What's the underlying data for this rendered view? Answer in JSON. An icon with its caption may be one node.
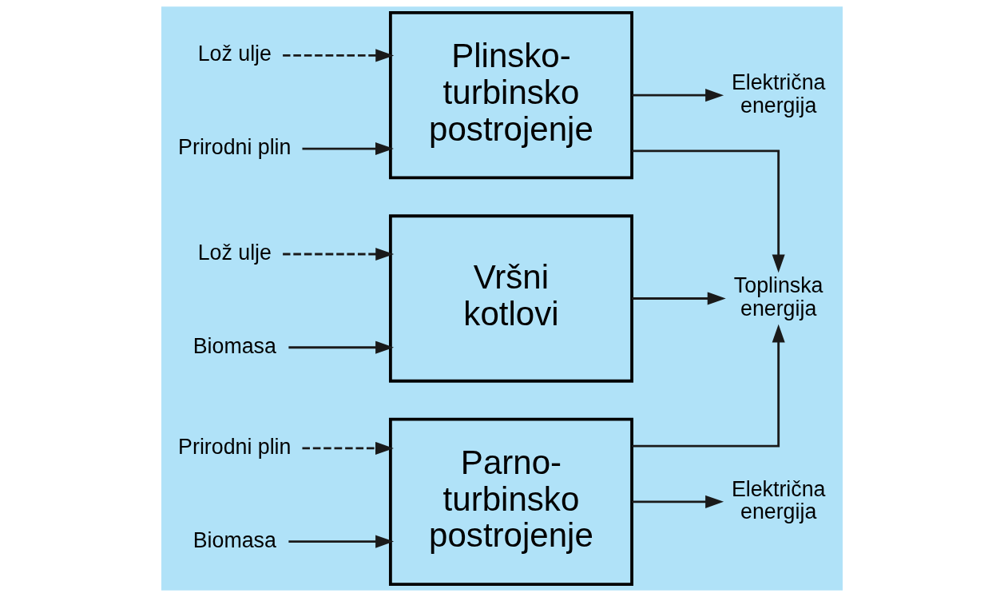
{
  "diagram": {
    "nodes": [
      {
        "text": [
          "Parno- turbinsko postrojenje"
        ]
      },
      {
        "text": [
          "Plinsko- turbinsko postrojenje"
        ]
      },
      {
        "text": [
          "Vršni kotlovi"
        ]
      },
      {
        "text": [
          "Prirodni plin"
        ]
      },
      {
        "text": [
          "Biomasa"
        ]
      },
      {
        "text": [
          "Lož ulje"
        ]
      },
      {
        "text": [
          "Prirodni plin"
        ]
      },
      {
        "text": [
          "Lož ulje"
        ]
      },
      {
        "text": [
          "Biomasa"
        ]
      },
      {
        "text": [
          "Električna energija"
        ]
      },
      {
        "text": [
          "Električna energija"
        ]
      },
      {
        "text": [
          "Toplinska energija"
        ]
      }
    ],
    "edges": [
      {
        "from": 3,
        "to": 0,
        "arrow": "to",
        "style": "dashed"
      },
      {
        "from": 4,
        "to": 0,
        "arrow": "to"
      },
      {
        "from": 5,
        "to": 1,
        "arrow": "to",
        "style": "dashed"
      },
      {
        "from": 6,
        "to": 1,
        "arrow": "to"
      },
      {
        "from": 7,
        "to": 2,
        "arrow": "to",
        "style": "dashed"
      },
      {
        "from": 8,
        "to": 2,
        "arrow": "to"
      },
      {
        "from": 0,
        "to": 9,
        "arrow": "to"
      },
      {
        "from": 1,
        "to": 10,
        "arrow": "to"
      },
      {
        "from": 0,
        "to": 11,
        "arrow": "to"
      },
      {
        "from": 1,
        "to": 11,
        "arrow": "to"
      },
      {
        "from": 2,
        "to": 11,
        "arrow": "to"
      }
    ]
  }
}
